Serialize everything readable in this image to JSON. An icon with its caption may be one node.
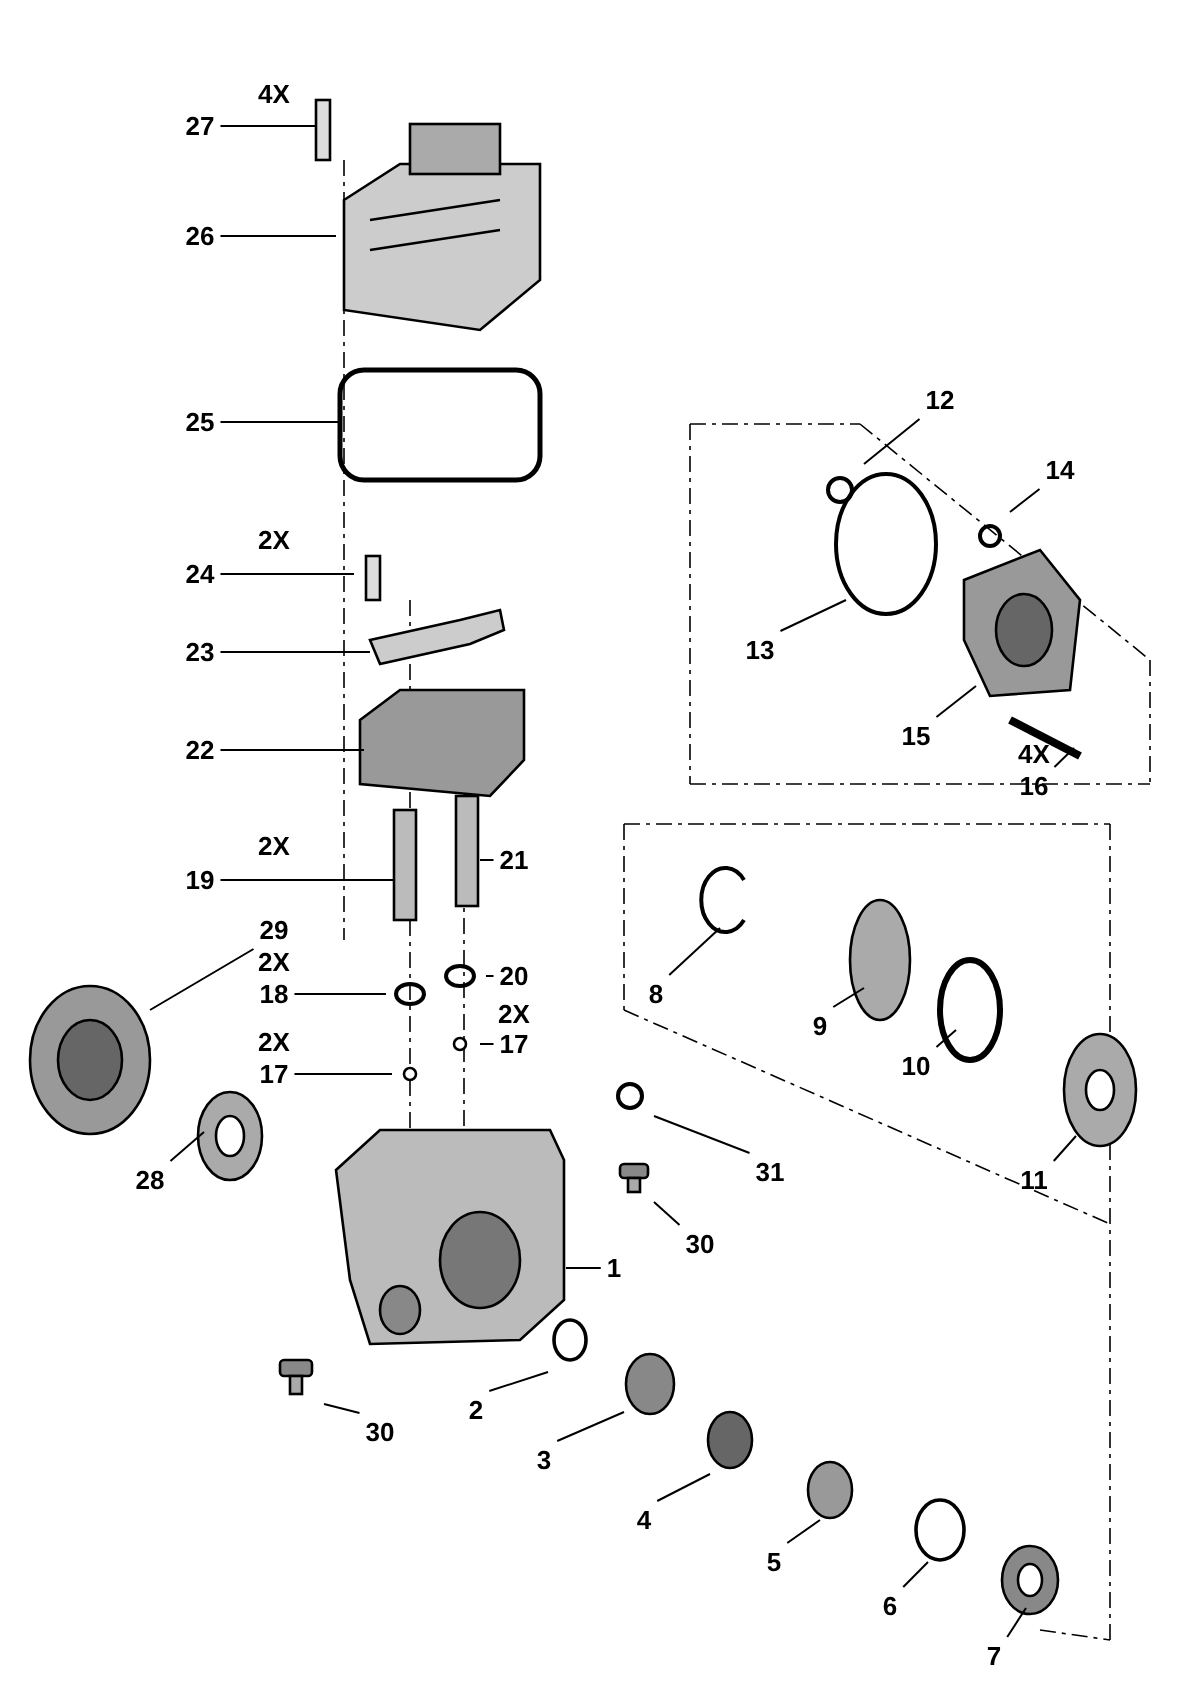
{
  "diagram": {
    "nodes": [
      {
        "text": [
          "27"
        ],
        "beside": [
          "4X"
        ]
      },
      {
        "text": [
          "26"
        ]
      },
      {
        "text": [
          "25"
        ]
      },
      {
        "text": [
          "12"
        ]
      },
      {
        "text": [
          "14"
        ]
      },
      {
        "text": [
          "24"
        ],
        "beside": [
          "2X"
        ]
      },
      {
        "text": [
          "13"
        ]
      },
      {
        "text": [
          "23"
        ]
      },
      {
        "text": [
          "15"
        ]
      },
      {
        "text": [
          "22"
        ]
      },
      {
        "text": [
          "16"
        ],
        "beside": [
          "4X"
        ]
      },
      {
        "text": [
          "21"
        ]
      },
      {
        "text": [
          "19"
        ],
        "beside": [
          "2X"
        ]
      },
      {
        "text": [
          "29"
        ]
      },
      {
        "text": [
          "20"
        ]
      },
      {
        "text": [
          "8"
        ]
      },
      {
        "text": [
          "18"
        ],
        "beside": [
          "2X"
        ]
      },
      {
        "text": [
          "9"
        ]
      },
      {
        "text": [
          "17"
        ],
        "beside": [
          "2X"
        ]
      },
      {
        "text": [
          "17"
        ],
        "beside": [
          "2X"
        ]
      },
      {
        "text": [
          "10"
        ]
      },
      {
        "text": [
          "31"
        ]
      },
      {
        "text": [
          "11"
        ]
      },
      {
        "text": [
          "28"
        ]
      },
      {
        "text": [
          "30"
        ]
      },
      {
        "text": [
          "1"
        ]
      },
      {
        "text": [
          "2"
        ]
      },
      {
        "text": [
          "30"
        ]
      },
      {
        "text": [
          "3"
        ]
      },
      {
        "text": [
          "4"
        ]
      },
      {
        "text": [
          "5"
        ]
      },
      {
        "text": [
          "6"
        ]
      },
      {
        "text": [
          "7"
        ]
      }
    ],
    "edges": [
      {
        "from": 0,
        "to": null,
        "arrow": "none"
      },
      {
        "from": 1,
        "to": null,
        "arrow": "none"
      },
      {
        "from": 2,
        "to": null,
        "arrow": "none"
      },
      {
        "from": 3,
        "to": null,
        "arrow": "none"
      },
      {
        "from": 4,
        "to": null,
        "arrow": "none"
      },
      {
        "from": 5,
        "to": null,
        "arrow": "none"
      },
      {
        "from": 6,
        "to": null,
        "arrow": "none"
      },
      {
        "from": 7,
        "to": null,
        "arrow": "none"
      },
      {
        "from": 8,
        "to": null,
        "arrow": "none"
      },
      {
        "from": 9,
        "to": null,
        "arrow": "none"
      },
      {
        "from": 10,
        "to": null,
        "arrow": "none"
      },
      {
        "from": 11,
        "to": null,
        "arrow": "none"
      },
      {
        "from": 12,
        "to": null,
        "arrow": "none"
      },
      {
        "from": 13,
        "to": null,
        "arrow": "none"
      },
      {
        "from": 14,
        "to": null,
        "arrow": "none"
      },
      {
        "from": 15,
        "to": null,
        "arrow": "none"
      },
      {
        "from": 16,
        "to": null,
        "arrow": "none"
      },
      {
        "from": 17,
        "to": null,
        "arrow": "none"
      },
      {
        "from": 18,
        "to": null,
        "arrow": "none"
      },
      {
        "from": 19,
        "to": null,
        "arrow": "none"
      },
      {
        "from": 20,
        "to": null,
        "arrow": "none"
      },
      {
        "from": 21,
        "to": null,
        "arrow": "none"
      },
      {
        "from": 22,
        "to": null,
        "arrow": "none"
      },
      {
        "from": 23,
        "to": null,
        "arrow": "none"
      },
      {
        "from": 24,
        "to": null,
        "arrow": "none"
      },
      {
        "from": 25,
        "to": null,
        "arrow": "none"
      },
      {
        "from": 26,
        "to": null,
        "arrow": "none"
      },
      {
        "from": 27,
        "to": null,
        "arrow": "none"
      },
      {
        "from": 28,
        "to": null,
        "arrow": "none"
      },
      {
        "from": 29,
        "to": null,
        "arrow": "none"
      },
      {
        "from": 30,
        "to": null,
        "arrow": "none"
      },
      {
        "from": 31,
        "to": null,
        "arrow": "none"
      },
      {
        "from": 32,
        "to": null,
        "arrow": "none"
      }
    ]
  }
}
